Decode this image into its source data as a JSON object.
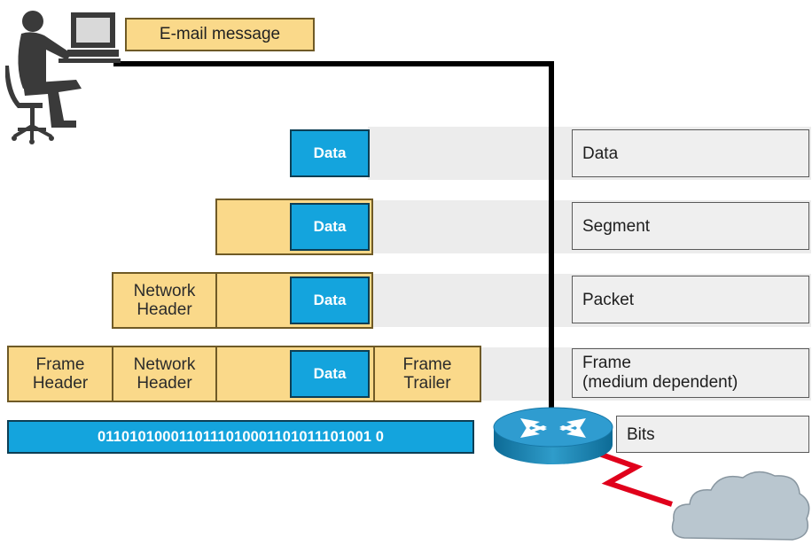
{
  "email_label": "E-mail message",
  "rows": {
    "data": {
      "data_label": "Data",
      "name": "Data"
    },
    "segment": {
      "data_label": "Data",
      "name": "Segment"
    },
    "packet": {
      "header_line1": "Network",
      "header_line2": "Header",
      "data_label": "Data",
      "name": "Packet"
    },
    "frame": {
      "frame_header_line1": "Frame",
      "frame_header_line2": "Header",
      "network_header_line1": "Network",
      "network_header_line2": "Header",
      "data_label": "Data",
      "trailer_line1": "Frame",
      "trailer_line2": "Trailer",
      "name_line1": "Frame",
      "name_line2": "(medium dependent)"
    }
  },
  "bits": {
    "value": "0110101000110111010001101011101001 0",
    "name": "Bits"
  },
  "colors": {
    "encapsulation_fill": "#fad98a",
    "data_fill": "#14a4dd",
    "band_fill": "#ececec",
    "cable": "#000000",
    "serial_link": "#e0001b",
    "cloud": "#b9c6cf"
  },
  "icons": [
    "user-at-computer-icon",
    "router-icon",
    "cloud-icon",
    "serial-link-icon"
  ]
}
